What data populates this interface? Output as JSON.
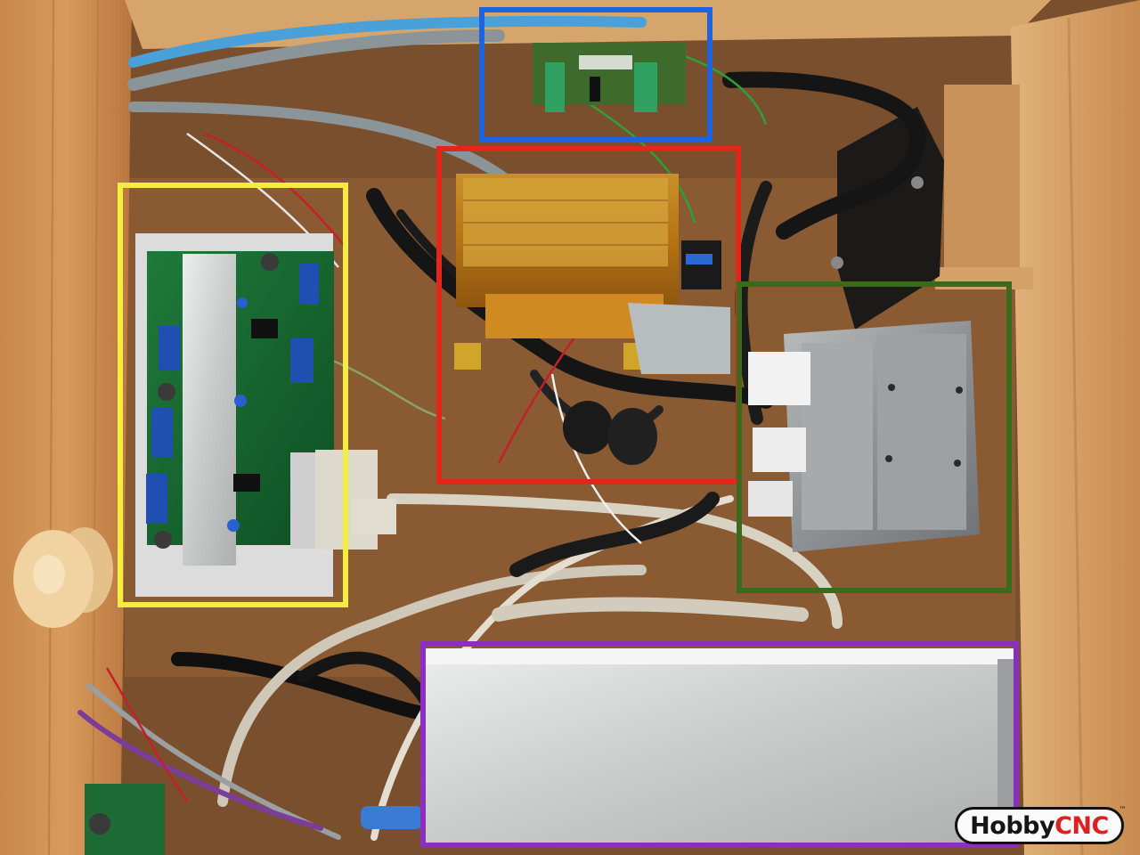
{
  "photo": {
    "subject": "electronics-enclosure-wiring"
  },
  "callouts": [
    {
      "key": "blue",
      "color": "#1e63e0"
    },
    {
      "key": "red",
      "color": "#e3261a"
    },
    {
      "key": "yellow",
      "color": "#f5ec42"
    },
    {
      "key": "green",
      "color": "#3c6a1c"
    },
    {
      "key": "purple",
      "color": "#8a2fbe"
    }
  ],
  "watermark": {
    "part1": "Hobby",
    "part2": "CNC",
    "tm": "™"
  }
}
